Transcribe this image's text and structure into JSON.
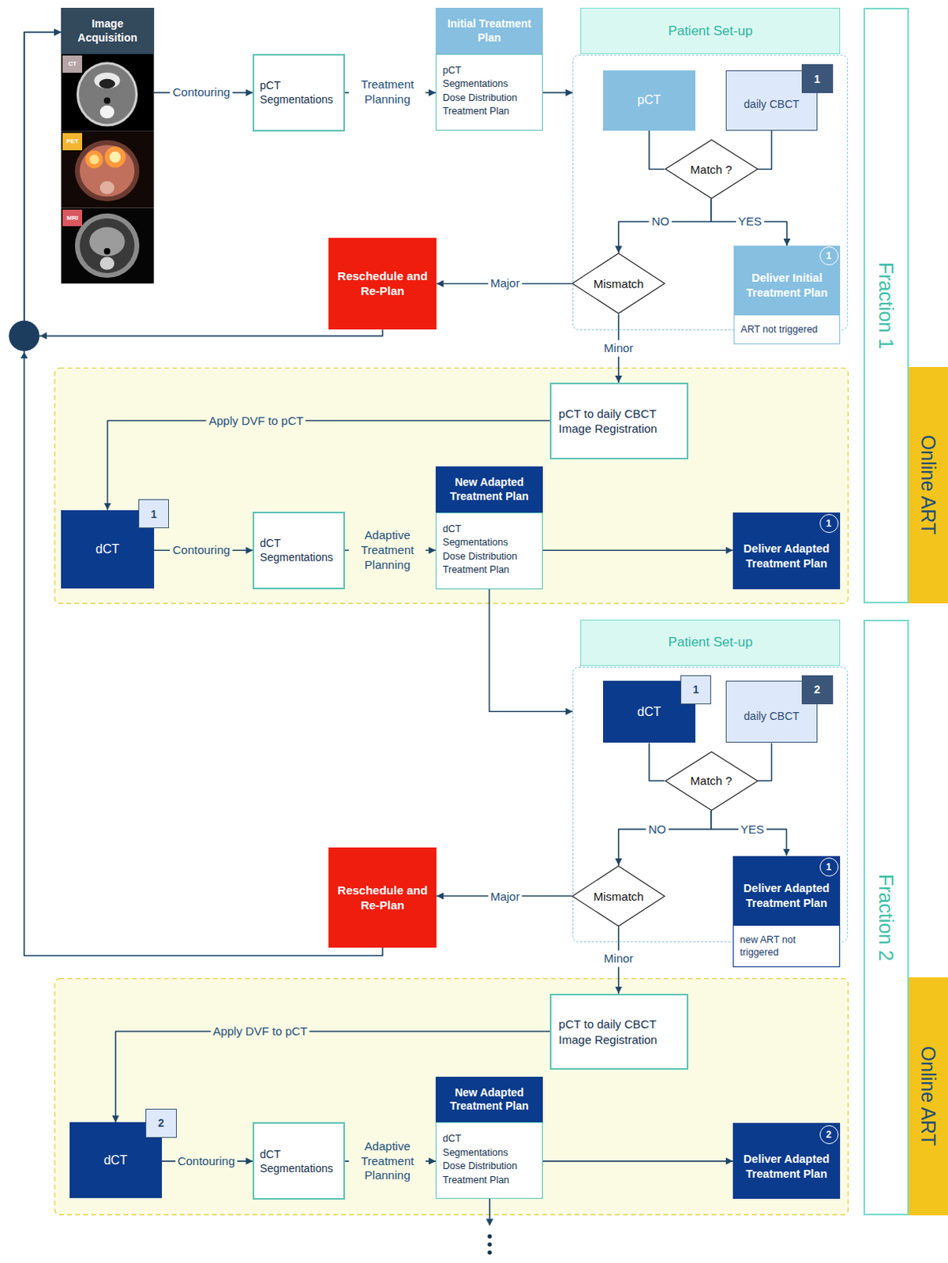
{
  "diagram": {
    "nodes": [
      {
        "text": [
          "Image Acquisition"
        ]
      },
      {
        "text": [
          "pCT Segmentations"
        ]
      },
      {
        "text": [
          "Initial Treatment Plan",
          "pCT",
          "Segmentations",
          "Dose Distribution",
          "Treatment Plan"
        ]
      },
      {
        "text": [
          "Patient Set-up"
        ]
      },
      {
        "text": [
          "pCT"
        ],
        "in": 3
      },
      {
        "text": [
          "daily CBCT"
        ],
        "in": 3
      },
      {
        "text": [
          "Match ?"
        ],
        "in": 3
      },
      {
        "text": [
          "Mismatch"
        ],
        "in": 3
      },
      {
        "text": [
          "Deliver Initial Treatment Plan",
          "ART not triggered"
        ],
        "in": 3
      },
      {
        "text": [
          "Fraction 1"
        ]
      },
      {
        "text": [
          "Reschedule and Re-Plan"
        ]
      },
      {
        "text": [
          "pCT to daily CBCT Image Registration"
        ]
      },
      {
        "text": [
          "Online ART"
        ]
      },
      {
        "text": [
          "dCT"
        ]
      },
      {
        "text": [
          "dCT Segmentations"
        ]
      },
      {
        "text": [
          "New Adapted Treatment Plan",
          "dCT",
          "Segmentations",
          "Dose Distribution",
          "Treatment Plan"
        ]
      },
      {
        "text": [
          "Deliver Adapted Treatment Plan"
        ]
      },
      {
        "text": [
          "Patient Set-up"
        ]
      },
      {
        "text": [
          "dCT"
        ],
        "in": 17
      },
      {
        "text": [
          "daily CBCT"
        ],
        "in": 17
      },
      {
        "text": [
          "Match ?"
        ],
        "in": 17
      },
      {
        "text": [
          "Mismatch"
        ],
        "in": 17
      },
      {
        "text": [
          "Deliver Adapted Treatment Plan",
          "new ART not triggered"
        ],
        "in": 17
      },
      {
        "text": [
          "Fraction 2"
        ]
      },
      {
        "text": [
          "Reschedule and Re-Plan"
        ]
      },
      {
        "text": [
          "pCT to daily CBCT Image Registration"
        ]
      },
      {
        "text": [
          "Online ART"
        ]
      },
      {
        "text": [
          "dCT"
        ]
      },
      {
        "text": [
          "dCT Segmentations"
        ]
      },
      {
        "text": [
          "New Adapted Treatment Plan",
          "dCT",
          "Segmentations",
          "Dose Distribution",
          "Treatment Plan"
        ]
      },
      {
        "text": [
          "Deliver Adapted Treatment Plan"
        ]
      }
    ],
    "edges": [
      {
        "from": 0,
        "to": 1,
        "label": "Contouring",
        "arrow": "to"
      },
      {
        "from": 1,
        "to": 2,
        "label": "Treatment Planning",
        "arrow": "to"
      },
      {
        "from": 2,
        "to": 3,
        "arrow": "to"
      },
      {
        "from": 4,
        "to": 6,
        "arrow": "none"
      },
      {
        "from": 5,
        "to": 6,
        "arrow": "none"
      },
      {
        "from": 6,
        "to": 7,
        "label": "NO",
        "arrow": "to"
      },
      {
        "from": 6,
        "to": 8,
        "label": "YES",
        "arrow": "to"
      },
      {
        "from": 7,
        "to": 10,
        "label": "Major",
        "arrow": "to"
      },
      {
        "from": 7,
        "to": 11,
        "label": "Minor",
        "arrow": "to"
      },
      {
        "from": 10,
        "to": 0,
        "arrow": "to"
      },
      {
        "from": 11,
        "to": 13,
        "label": "Apply DVF to pCT",
        "arrow": "to"
      },
      {
        "from": 13,
        "to": 14,
        "label": "Contouring",
        "arrow": "to"
      },
      {
        "from": 14,
        "to": 15,
        "label": "Adaptive Treatment Planning",
        "arrow": "to"
      },
      {
        "from": 15,
        "to": 16,
        "arrow": "to"
      },
      {
        "from": 15,
        "to": 17,
        "arrow": "to"
      },
      {
        "from": 18,
        "to": 20,
        "arrow": "none"
      },
      {
        "from": 19,
        "to": 20,
        "arrow": "none"
      },
      {
        "from": 20,
        "to": 21,
        "label": "NO",
        "arrow": "to"
      },
      {
        "from": 20,
        "to": 22,
        "label": "YES",
        "arrow": "to"
      },
      {
        "from": 21,
        "to": 24,
        "label": "Major",
        "arrow": "to"
      },
      {
        "from": 21,
        "to": 25,
        "label": "Minor",
        "arrow": "to"
      },
      {
        "from": 24,
        "to": 0,
        "arrow": "to"
      },
      {
        "from": 25,
        "to": 27,
        "label": "Apply DVF to pCT",
        "arrow": "to"
      },
      {
        "from": 27,
        "to": 28,
        "label": "Contouring",
        "arrow": "to"
      },
      {
        "from": 28,
        "to": 29,
        "label": "Adaptive Treatment Planning",
        "arrow": "to"
      },
      {
        "from": 29,
        "to": 30,
        "arrow": "to"
      }
    ],
    "labels": [
      "CT",
      "PET",
      "MRI",
      "1",
      "1",
      "1",
      "1",
      "1",
      "2",
      "1",
      "2",
      "2"
    ]
  }
}
